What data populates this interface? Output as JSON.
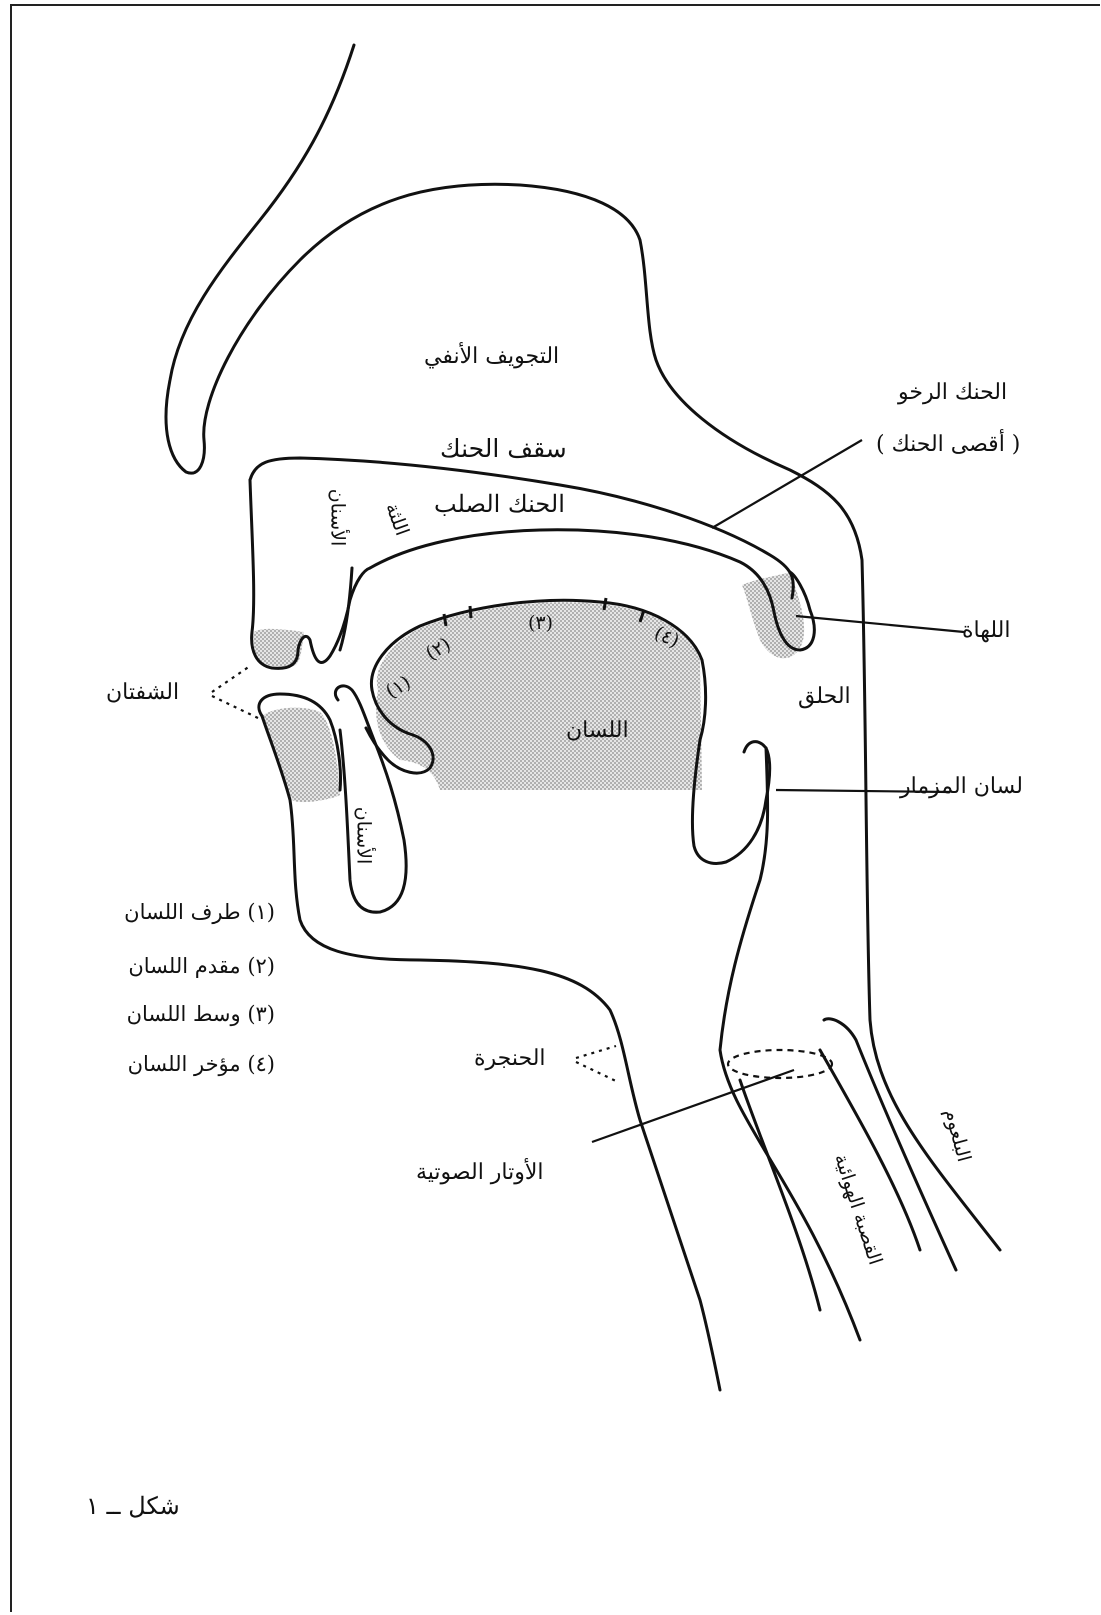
{
  "labels": {
    "nasal_cavity": "التجويف الأنفي",
    "palate_roof": "سقف الحنك",
    "hard_palate": "الحنك الصلب",
    "soft_palate": "الحنك الرخو",
    "soft_palate_alt": "( أقصى الحنك )",
    "uvula": "اللهاة",
    "pharynx": "الحلق",
    "epiglottis": "لسان المزمار",
    "lips": "الشفتان",
    "tongue": "اللسان",
    "upper_teeth": "الأسنان",
    "lower_teeth": "الأسنان",
    "alveolar_ridge": "اللثة",
    "larynx": "الحنجرة",
    "vocal_cords": "الأوتار الصوتية",
    "trachea": "القصبة الهوائية",
    "esophagus": "البلعوم",
    "tongue_sec_1": "(١)",
    "tongue_sec_2": "(٢)",
    "tongue_sec_3": "(٣)",
    "tongue_sec_4": "(٤)"
  },
  "legend": [
    "(١) طرف اللسان",
    "(٢) مقدم اللسان",
    "(٣) وسط اللسان",
    "(٤) مؤخر اللسان"
  ],
  "caption": "شكل ــ ١",
  "colors": {
    "shading": "#cfcfcf",
    "ink": "#111111"
  }
}
